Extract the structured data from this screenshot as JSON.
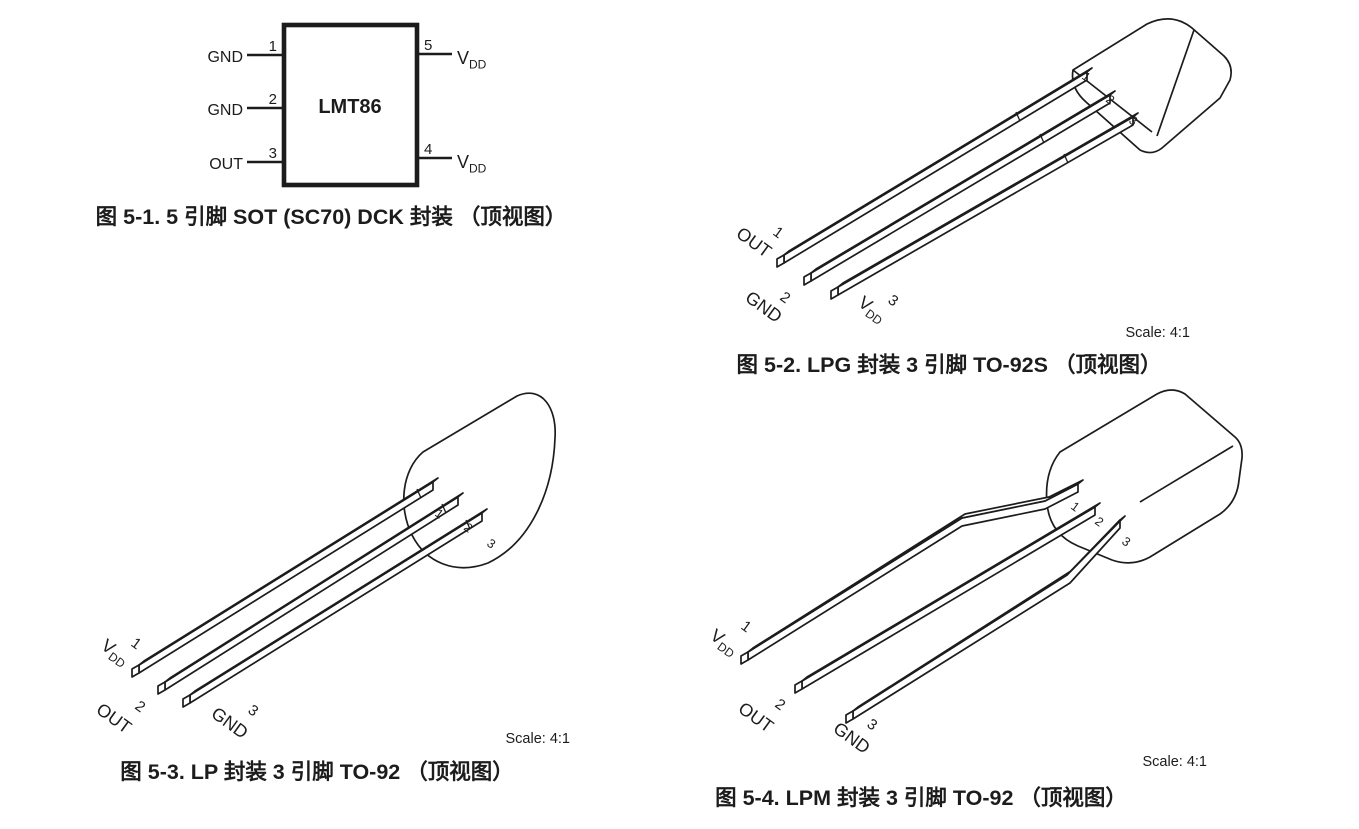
{
  "colors": {
    "ink": "#1c1c1c",
    "background": "#ffffff"
  },
  "figure_5_1": {
    "chip_label": "LMT86",
    "caption": "图 5-1. 5 引脚 SOT (SC70) DCK 封装 （顶视图）",
    "left_pins": [
      {
        "num": "1",
        "name": "GND"
      },
      {
        "num": "2",
        "name": "GND"
      },
      {
        "num": "3",
        "name": "OUT"
      }
    ],
    "right_pins": [
      {
        "num": "5",
        "name_main": "V",
        "name_sub": "DD"
      },
      {
        "num": "4",
        "name_main": "V",
        "name_sub": "DD"
      }
    ]
  },
  "figure_5_2": {
    "caption": "图 5-2. LPG 封装 3 引脚 TO-92S （顶视图）",
    "scale_note": "Scale: 4:1",
    "pins": [
      {
        "num": "1",
        "name": "OUT"
      },
      {
        "num": "2",
        "name": "GND"
      },
      {
        "num": "3",
        "name_main": "V",
        "name_sub": "DD"
      }
    ]
  },
  "figure_5_3": {
    "caption": "图 5-3. LP 封装 3 引脚 TO-92 （顶视图）",
    "scale_note": "Scale: 4:1",
    "pins": [
      {
        "num": "1",
        "name_main": "V",
        "name_sub": "DD"
      },
      {
        "num": "2",
        "name": "OUT"
      },
      {
        "num": "3",
        "name": "GND"
      }
    ]
  },
  "figure_5_4": {
    "caption": "图 5-4. LPM 封装 3 引脚 TO-92 （顶视图）",
    "scale_note": "Scale: 4:1",
    "pins": [
      {
        "num": "1",
        "name_main": "V",
        "name_sub": "DD"
      },
      {
        "num": "2",
        "name": "OUT"
      },
      {
        "num": "3",
        "name": "GND"
      }
    ]
  }
}
